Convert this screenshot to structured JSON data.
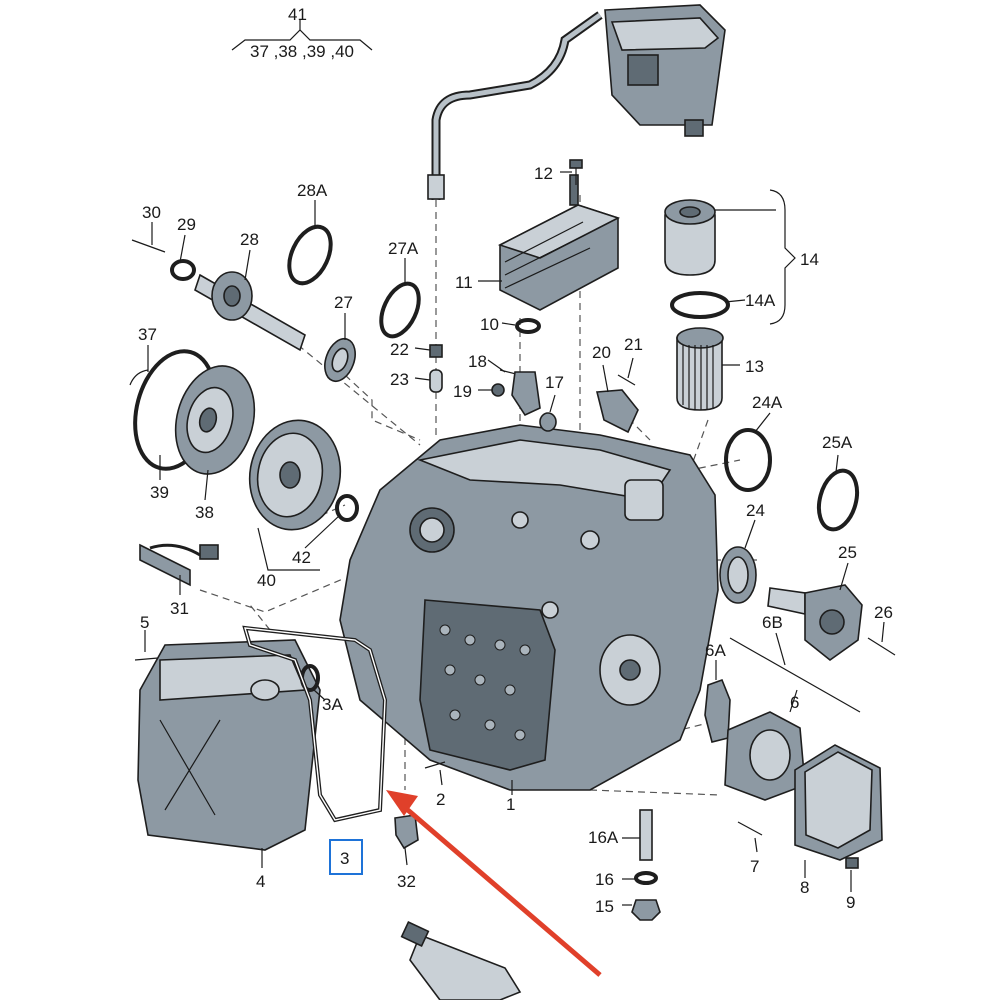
{
  "diagram": {
    "labels": [
      {
        "id": "l41",
        "text": "41"
      },
      {
        "id": "l37",
        "text": "37 ,38 ,39 ,40"
      },
      {
        "id": "l12",
        "text": "12"
      },
      {
        "id": "l30",
        "text": "30"
      },
      {
        "id": "l29",
        "text": "29"
      },
      {
        "id": "l28",
        "text": "28"
      },
      {
        "id": "l28a",
        "text": "28A"
      },
      {
        "id": "l27a",
        "text": "27A"
      },
      {
        "id": "l27",
        "text": "27"
      },
      {
        "id": "l11",
        "text": "11"
      },
      {
        "id": "l10",
        "text": "10"
      },
      {
        "id": "l14",
        "text": "14"
      },
      {
        "id": "l14a",
        "text": "14A"
      },
      {
        "id": "l13",
        "text": "13"
      },
      {
        "id": "l22",
        "text": "22"
      },
      {
        "id": "l23",
        "text": "23"
      },
      {
        "id": "l18",
        "text": "18"
      },
      {
        "id": "l19",
        "text": "19"
      },
      {
        "id": "l17",
        "text": "17"
      },
      {
        "id": "l20",
        "text": "20"
      },
      {
        "id": "l21",
        "text": "21"
      },
      {
        "id": "l24a",
        "text": "24A"
      },
      {
        "id": "l25a",
        "text": "25A"
      },
      {
        "id": "l37b",
        "text": "37"
      },
      {
        "id": "l39",
        "text": "39"
      },
      {
        "id": "l38",
        "text": "38"
      },
      {
        "id": "l42",
        "text": "42"
      },
      {
        "id": "l40",
        "text": "40"
      },
      {
        "id": "l31",
        "text": "31"
      },
      {
        "id": "l24",
        "text": "24"
      },
      {
        "id": "l25",
        "text": "25"
      },
      {
        "id": "l26",
        "text": "26"
      },
      {
        "id": "l6b",
        "text": "6B"
      },
      {
        "id": "l5",
        "text": "5"
      },
      {
        "id": "l6a",
        "text": "6A"
      },
      {
        "id": "l3a",
        "text": "3A"
      },
      {
        "id": "l6",
        "text": "6"
      },
      {
        "id": "l2",
        "text": "2"
      },
      {
        "id": "l1",
        "text": "1"
      },
      {
        "id": "l16a",
        "text": "16A"
      },
      {
        "id": "l7",
        "text": "7"
      },
      {
        "id": "l16",
        "text": "16"
      },
      {
        "id": "l4",
        "text": "4"
      },
      {
        "id": "l3",
        "text": "3"
      },
      {
        "id": "l32",
        "text": "32"
      },
      {
        "id": "l8",
        "text": "8"
      },
      {
        "id": "l15",
        "text": "15"
      },
      {
        "id": "l9",
        "text": "9"
      }
    ],
    "highlight": {
      "box_label_id": "l3",
      "box_color": "#1e73d8",
      "arrow_color": "#e0402a"
    }
  }
}
